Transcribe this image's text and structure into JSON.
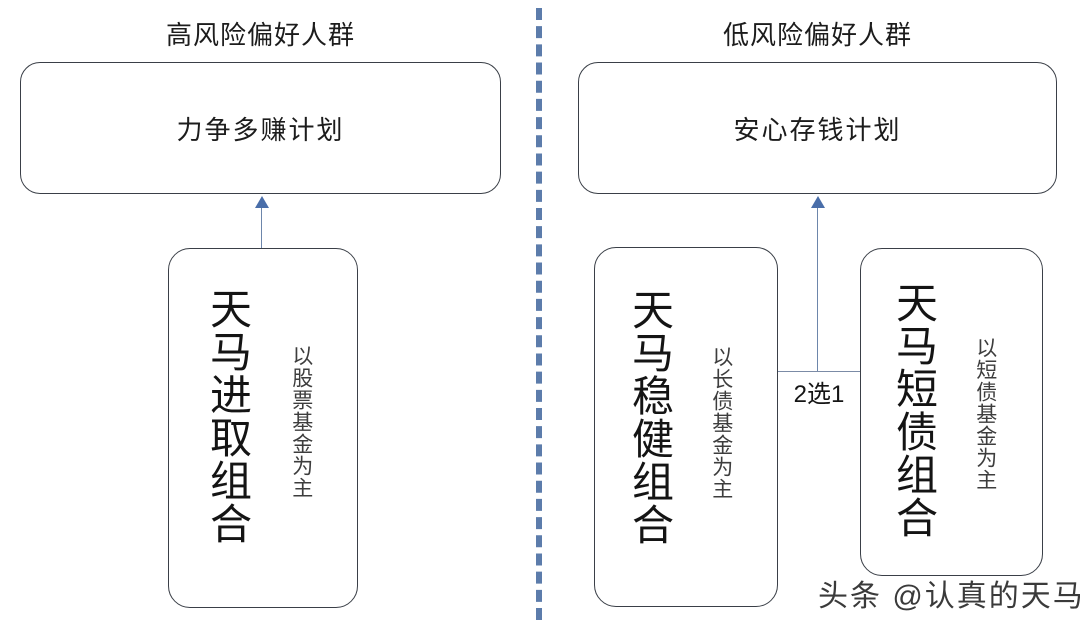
{
  "colors": {
    "box_border": "#3a3f47",
    "connector": "#6d86ab",
    "arrow": "#4a6ea9",
    "divider": "#5c7cab",
    "background": "#ffffff",
    "text": "#1a1a1a"
  },
  "panels": [
    {
      "id": "high-risk",
      "title": "高风险偏好人群",
      "plan": "力争多赚计划",
      "portfolios": [
        {
          "id": "tianma-jinqu",
          "name": "天马进取组合",
          "note": "以股票基金为主"
        }
      ],
      "choice_label": ""
    },
    {
      "id": "low-risk",
      "title": "低风险偏好人群",
      "plan": "安心存钱计划",
      "portfolios": [
        {
          "id": "tianma-wenjian",
          "name": "天马稳健组合",
          "note": "以长债基金为主"
        },
        {
          "id": "tianma-duanzhai",
          "name": "天马短债组合",
          "note": "以短债基金为主"
        }
      ],
      "choice_label": "2选1"
    }
  ],
  "watermark": "头条 @认真的天马"
}
